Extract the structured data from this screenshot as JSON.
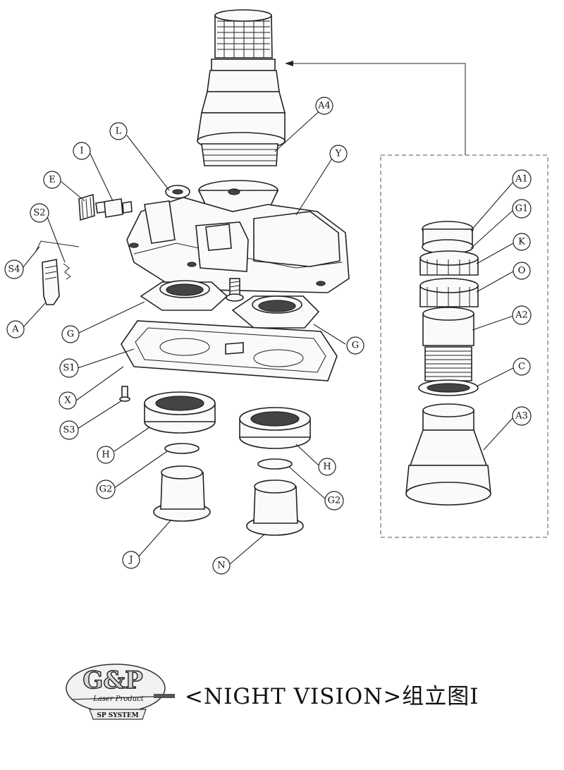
{
  "title": "<NIGHT VISION>组立图Ⅰ",
  "logo": {
    "main": "G&P",
    "sub": "Laser Product",
    "band": "SP SYSTEM"
  },
  "labels": [
    {
      "id": "A4",
      "text": "A4"
    },
    {
      "id": "L",
      "text": "L"
    },
    {
      "id": "Y",
      "text": "Y"
    },
    {
      "id": "I",
      "text": "I"
    },
    {
      "id": "E",
      "text": "E"
    },
    {
      "id": "S2",
      "text": "S2"
    },
    {
      "id": "S4",
      "text": "S4"
    },
    {
      "id": "A",
      "text": "A"
    },
    {
      "id": "G_left",
      "text": "G"
    },
    {
      "id": "G_right",
      "text": "G"
    },
    {
      "id": "S1",
      "text": "S1"
    },
    {
      "id": "X",
      "text": "X"
    },
    {
      "id": "S3",
      "text": "S3"
    },
    {
      "id": "H_left",
      "text": "H"
    },
    {
      "id": "H_right",
      "text": "H"
    },
    {
      "id": "G2_left",
      "text": "G2"
    },
    {
      "id": "G2_right",
      "text": "G2"
    },
    {
      "id": "J",
      "text": "J"
    },
    {
      "id": "N",
      "text": "N"
    },
    {
      "id": "A1",
      "text": "A1"
    },
    {
      "id": "G1",
      "text": "G1"
    },
    {
      "id": "K",
      "text": "K"
    },
    {
      "id": "O",
      "text": "O"
    },
    {
      "id": "A2",
      "text": "A2"
    },
    {
      "id": "C",
      "text": "C"
    },
    {
      "id": "A3",
      "text": "A3"
    }
  ]
}
